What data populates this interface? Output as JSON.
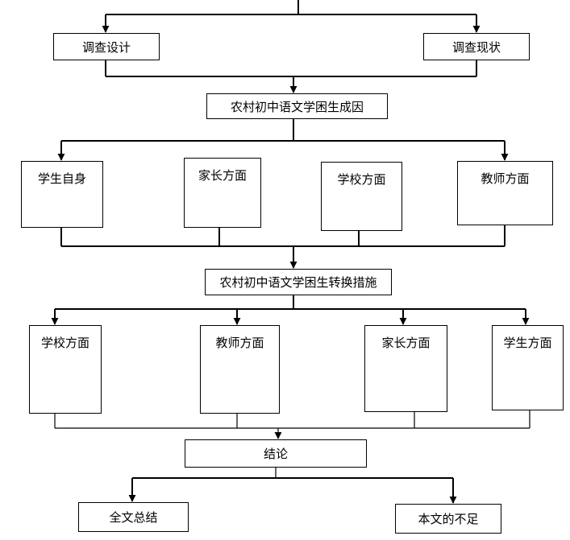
{
  "nodes": {
    "survey_design": "调查设计",
    "survey_status": "调查现状",
    "causes": "农村初中语文学困生成因",
    "cause_student": "学生自身",
    "cause_parent": "家长方面",
    "cause_school": "学校方面",
    "cause_teacher": "教师方面",
    "measures": "农村初中语文学困生转换措施",
    "measure_school": "学校方面",
    "measure_teacher": "教师方面",
    "measure_parent": "家长方面",
    "measure_student": "学生方面",
    "conclusion": "结论",
    "summary": "全文总结",
    "shortcomings": "本文的不足"
  }
}
